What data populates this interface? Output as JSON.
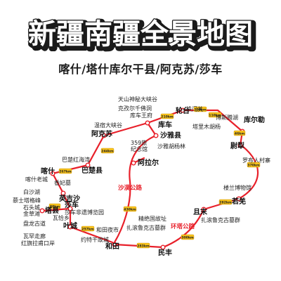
{
  "header": {
    "title": "新疆南疆全景地图",
    "subtitle": "喀什/塔什库尔干县/阿克苏/莎车",
    "title_fill": "#ffffff",
    "title_stroke": "#1a1a1a",
    "title_shadow": "#f7c21b"
  },
  "map": {
    "route_color": "#e8202a",
    "badge_color": "#f7c21b",
    "node_fill": "#ffffff",
    "routes": [
      {
        "label": "沙漠公路"
      },
      {
        "label": "环塔公路"
      }
    ],
    "cities": [
      {
        "label": "轮台"
      },
      {
        "label": "库尔勒"
      },
      {
        "label": "库车"
      },
      {
        "label": "阿克苏"
      },
      {
        "label": "沙雅县"
      },
      {
        "label": "尉犁"
      },
      {
        "label": "阿拉尔"
      },
      {
        "label": "喀什"
      },
      {
        "label": "巴楚县"
      },
      {
        "label": "英吉沙"
      },
      {
        "label": "莎车"
      },
      {
        "label": "塔县"
      },
      {
        "label": "叶城"
      },
      {
        "label": "若羌"
      },
      {
        "label": "且末"
      },
      {
        "label": "和田"
      },
      {
        "label": "民丰"
      }
    ],
    "scenic": [
      {
        "label": "天山神秘大峡谷"
      },
      {
        "label": "铁门关"
      },
      {
        "label": "克孜尔千佛洞"
      },
      {
        "label": "博斯腾湖"
      },
      {
        "label": "温宿大峡谷"
      },
      {
        "label": "库车王府"
      },
      {
        "label": "塔里木胡杨"
      },
      {
        "label": "沙雅胡杨林"
      },
      {
        "label": "359旅"
      },
      {
        "label": "纪念馆"
      },
      {
        "label": "巴楚红海湾"
      },
      {
        "label": "罗布人村寨"
      },
      {
        "label": "喀什老城"
      },
      {
        "label": "香妃墓"
      },
      {
        "label": "白沙湖"
      },
      {
        "label": "慕士塔格峰"
      },
      {
        "label": "石头城"
      },
      {
        "label": "金草滩"
      },
      {
        "label": "瓦恰乡"
      },
      {
        "label": "盘龙古道"
      },
      {
        "label": "莎车非遗博览园"
      },
      {
        "label": "楼兰博物馆"
      },
      {
        "label": "精绝国故址"
      },
      {
        "label": "瓦罕走廊"
      },
      {
        "label": "和田夜市"
      },
      {
        "label": "扎滚鲁克古墓群"
      },
      {
        "label": "红旗拉甫口岸"
      },
      {
        "label": "约特干故城"
      },
      {
        "label": "扎滚鲁克古墓群"
      }
    ],
    "distances": [
      {
        "label": "210km"
      },
      {
        "label": "200km"
      },
      {
        "label": "110km"
      },
      {
        "label": "46km"
      },
      {
        "label": "244km"
      },
      {
        "label": "370km"
      },
      {
        "label": "267km"
      },
      {
        "label": "282km"
      },
      {
        "label": "430km"
      },
      {
        "label": "80km"
      },
      {
        "label": "257km"
      },
      {
        "label": "300km"
      },
      {
        "label": "283km"
      }
    ]
  }
}
